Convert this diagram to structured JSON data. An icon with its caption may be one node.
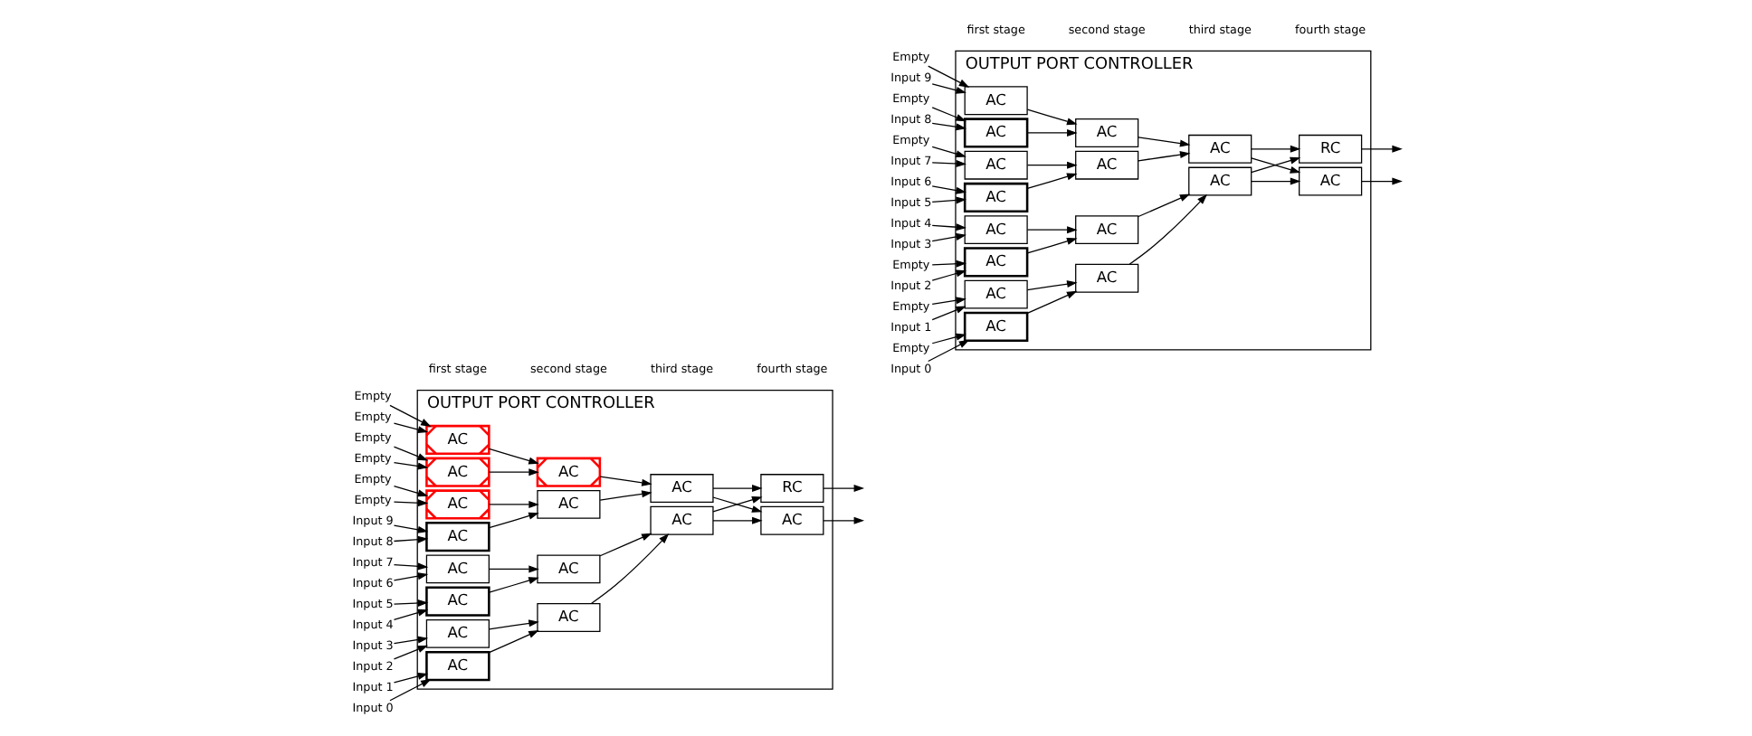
{
  "diagram": {
    "nodes": [
      {
        "text": [
          "OUTPUT PORT CONTROLLER"
        ]
      },
      {
        "text": [
          "Input 0"
        ]
      },
      {
        "text": [
          "Input 1"
        ]
      },
      {
        "text": [
          "Input 2"
        ]
      },
      {
        "text": [
          "Input 3"
        ]
      },
      {
        "text": [
          "Input 4"
        ]
      },
      {
        "text": [
          "Input 5"
        ]
      },
      {
        "text": [
          "Input 6"
        ]
      },
      {
        "text": [
          "Input 7"
        ]
      },
      {
        "text": [
          "Input 8"
        ]
      },
      {
        "text": [
          "Input 9"
        ]
      },
      {
        "text": [
          "Empty"
        ]
      },
      {
        "text": [
          "Empty"
        ]
      },
      {
        "text": [
          "Empty"
        ]
      },
      {
        "text": [
          "Empty"
        ]
      },
      {
        "text": [
          "Empty"
        ]
      },
      {
        "text": [
          "Empty"
        ]
      },
      {
        "text": [
          "AC"
        ],
        "in": 0
      },
      {
        "text": [
          "AC"
        ],
        "in": 0
      },
      {
        "text": [
          "AC"
        ],
        "in": 0
      },
      {
        "text": [
          "AC"
        ],
        "in": 0
      },
      {
        "text": [
          "AC"
        ],
        "in": 0
      },
      {
        "text": [
          "AC"
        ],
        "in": 0
      },
      {
        "text": [
          "AC"
        ],
        "in": 0
      },
      {
        "text": [
          "AC"
        ],
        "in": 0
      },
      {
        "text": [
          "AC"
        ],
        "in": 0
      },
      {
        "text": [
          "AC"
        ],
        "in": 0
      },
      {
        "text": [
          "AC"
        ],
        "in": 0
      },
      {
        "text": [
          "AC"
        ],
        "in": 0
      },
      {
        "text": [
          "AC"
        ],
        "in": 0
      },
      {
        "text": [
          "AC"
        ],
        "in": 0
      },
      {
        "text": [
          "AC"
        ],
        "in": 0
      },
      {
        "text": [
          "RC"
        ],
        "in": 0
      },
      {
        "text": [
          "OUTPUT PORT CONTROLLER"
        ]
      },
      {
        "text": [
          "Input 0"
        ]
      },
      {
        "text": [
          "Empty"
        ]
      },
      {
        "text": [
          "Input 1"
        ]
      },
      {
        "text": [
          "Empty"
        ]
      },
      {
        "text": [
          "Input 2"
        ]
      },
      {
        "text": [
          "Empty"
        ]
      },
      {
        "text": [
          "Input 3"
        ]
      },
      {
        "text": [
          "Input 4"
        ]
      },
      {
        "text": [
          "Input 5"
        ]
      },
      {
        "text": [
          "Input 6"
        ]
      },
      {
        "text": [
          "Input 7"
        ]
      },
      {
        "text": [
          "Empty"
        ]
      },
      {
        "text": [
          "Input 8"
        ]
      },
      {
        "text": [
          "Empty"
        ]
      },
      {
        "text": [
          "Input 9"
        ]
      },
      {
        "text": [
          "Empty"
        ]
      },
      {
        "text": [
          "AC"
        ],
        "in": 33
      },
      {
        "text": [
          "AC"
        ],
        "in": 33
      },
      {
        "text": [
          "AC"
        ],
        "in": 33
      },
      {
        "text": [
          "AC"
        ],
        "in": 33
      },
      {
        "text": [
          "AC"
        ],
        "in": 33
      },
      {
        "text": [
          "AC"
        ],
        "in": 33
      },
      {
        "text": [
          "AC"
        ],
        "in": 33
      },
      {
        "text": [
          "AC"
        ],
        "in": 33
      },
      {
        "text": [
          "AC"
        ],
        "in": 33
      },
      {
        "text": [
          "AC"
        ],
        "in": 33
      },
      {
        "text": [
          "AC"
        ],
        "in": 33
      },
      {
        "text": [
          "AC"
        ],
        "in": 33
      },
      {
        "text": [
          "AC"
        ],
        "in": 33
      },
      {
        "text": [
          "AC"
        ],
        "in": 33
      },
      {
        "text": [
          "AC"
        ],
        "in": 33
      },
      {
        "text": [
          "RC"
        ],
        "in": 33
      }
    ],
    "edges": [
      {
        "from": 1,
        "to": 17,
        "arrow": "to"
      },
      {
        "from": 2,
        "to": 17,
        "arrow": "to"
      },
      {
        "from": 3,
        "to": 18,
        "arrow": "to"
      },
      {
        "from": 4,
        "to": 18,
        "arrow": "to"
      },
      {
        "from": 5,
        "to": 19,
        "arrow": "to"
      },
      {
        "from": 6,
        "to": 19,
        "arrow": "to"
      },
      {
        "from": 7,
        "to": 20,
        "arrow": "to"
      },
      {
        "from": 8,
        "to": 20,
        "arrow": "to"
      },
      {
        "from": 9,
        "to": 21,
        "arrow": "to"
      },
      {
        "from": 10,
        "to": 21,
        "arrow": "to"
      },
      {
        "from": 11,
        "to": 22,
        "arrow": "to"
      },
      {
        "from": 12,
        "to": 22,
        "arrow": "to"
      },
      {
        "from": 13,
        "to": 23,
        "arrow": "to"
      },
      {
        "from": 14,
        "to": 23,
        "arrow": "to"
      },
      {
        "from": 15,
        "to": 24,
        "arrow": "to"
      },
      {
        "from": 16,
        "to": 24,
        "arrow": "to"
      },
      {
        "from": 17,
        "to": 25,
        "arrow": "to"
      },
      {
        "from": 18,
        "to": 25,
        "arrow": "to"
      },
      {
        "from": 19,
        "to": 26,
        "arrow": "to"
      },
      {
        "from": 20,
        "to": 26,
        "arrow": "to"
      },
      {
        "from": 21,
        "to": 27,
        "arrow": "to"
      },
      {
        "from": 22,
        "to": 27,
        "arrow": "to"
      },
      {
        "from": 23,
        "to": 28,
        "arrow": "to"
      },
      {
        "from": 24,
        "to": 28,
        "arrow": "to"
      },
      {
        "from": 25,
        "to": 29,
        "arrow": "to"
      },
      {
        "from": 26,
        "to": 29,
        "arrow": "to"
      },
      {
        "from": 27,
        "to": 30,
        "arrow": "to"
      },
      {
        "from": 28,
        "to": 30,
        "arrow": "to"
      },
      {
        "from": 29,
        "to": 31,
        "arrow": "to"
      },
      {
        "from": 29,
        "to": 32,
        "arrow": "to"
      },
      {
        "from": 30,
        "to": 31,
        "arrow": "to"
      },
      {
        "from": 30,
        "to": 32,
        "arrow": "to"
      },
      {
        "from": 31,
        "to": null,
        "arrow": "to"
      },
      {
        "from": 32,
        "to": null,
        "arrow": "to"
      },
      {
        "from": 34,
        "to": 50,
        "arrow": "to"
      },
      {
        "from": 35,
        "to": 50,
        "arrow": "to"
      },
      {
        "from": 36,
        "to": 51,
        "arrow": "to"
      },
      {
        "from": 37,
        "to": 51,
        "arrow": "to"
      },
      {
        "from": 38,
        "to": 52,
        "arrow": "to"
      },
      {
        "from": 39,
        "to": 52,
        "arrow": "to"
      },
      {
        "from": 40,
        "to": 53,
        "arrow": "to"
      },
      {
        "from": 41,
        "to": 53,
        "arrow": "to"
      },
      {
        "from": 42,
        "to": 54,
        "arrow": "to"
      },
      {
        "from": 43,
        "to": 54,
        "arrow": "to"
      },
      {
        "from": 44,
        "to": 55,
        "arrow": "to"
      },
      {
        "from": 45,
        "to": 55,
        "arrow": "to"
      },
      {
        "from": 46,
        "to": 56,
        "arrow": "to"
      },
      {
        "from": 47,
        "to": 56,
        "arrow": "to"
      },
      {
        "from": 48,
        "to": 57,
        "arrow": "to"
      },
      {
        "from": 49,
        "to": 57,
        "arrow": "to"
      },
      {
        "from": 50,
        "to": 58,
        "arrow": "to"
      },
      {
        "from": 51,
        "to": 58,
        "arrow": "to"
      },
      {
        "from": 52,
        "to": 59,
        "arrow": "to"
      },
      {
        "from": 53,
        "to": 59,
        "arrow": "to"
      },
      {
        "from": 54,
        "to": 60,
        "arrow": "to"
      },
      {
        "from": 55,
        "to": 60,
        "arrow": "to"
      },
      {
        "from": 56,
        "to": 61,
        "arrow": "to"
      },
      {
        "from": 57,
        "to": 61,
        "arrow": "to"
      },
      {
        "from": 58,
        "to": 62,
        "arrow": "to"
      },
      {
        "from": 59,
        "to": 62,
        "arrow": "to"
      },
      {
        "from": 60,
        "to": 63,
        "arrow": "to"
      },
      {
        "from": 61,
        "to": 63,
        "arrow": "to"
      },
      {
        "from": 62,
        "to": 64,
        "arrow": "to"
      },
      {
        "from": 62,
        "to": 65,
        "arrow": "to"
      },
      {
        "from": 63,
        "to": 64,
        "arrow": "to"
      },
      {
        "from": 63,
        "to": 65,
        "arrow": "to"
      },
      {
        "from": 64,
        "to": null,
        "arrow": "to"
      },
      {
        "from": 65,
        "to": null,
        "arrow": "to"
      }
    ],
    "labels": [
      "first stage",
      "second stage",
      "third stage",
      "fourth stage",
      "first stage",
      "second stage",
      "third stage",
      "fourth stage"
    ]
  }
}
